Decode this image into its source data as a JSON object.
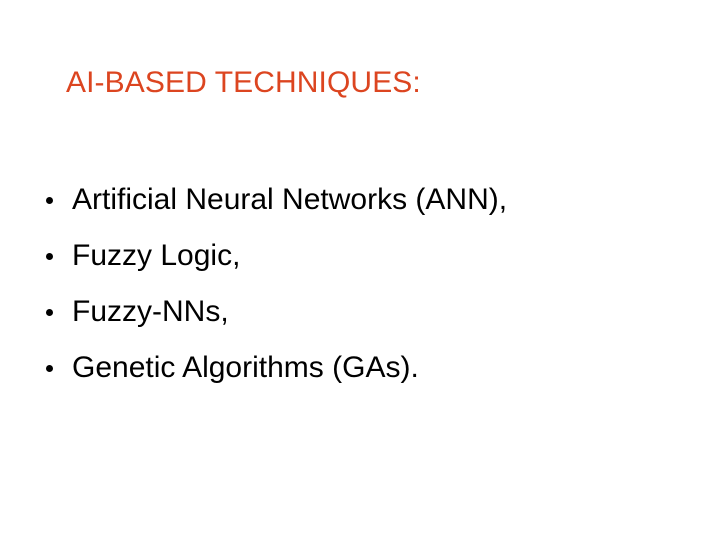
{
  "slide": {
    "background_color": "#ffffff",
    "title": {
      "text": "AI-BASED TECHNIQUES:",
      "color": "#DC4520"
    },
    "body": {
      "text_color": "#000000",
      "bullet_glyph": "bullet-dot",
      "items": [
        {
          "text": "Artificial Neural Networks (ANN),"
        },
        {
          "text": "Fuzzy Logic,"
        },
        {
          "text": "Fuzzy-NNs,"
        },
        {
          "text": "Genetic Algorithms (GAs)."
        }
      ]
    }
  }
}
